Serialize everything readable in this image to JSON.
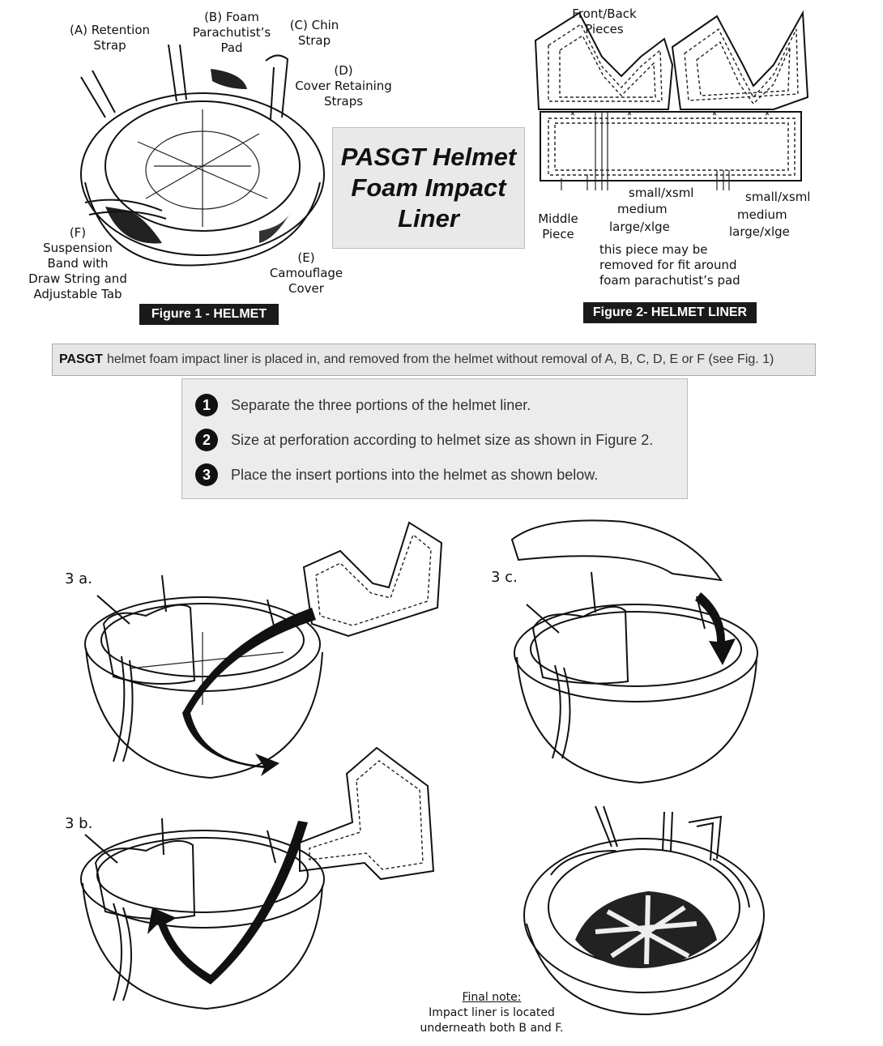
{
  "figure1": {
    "caption": "Figure 1 - HELMET",
    "labels": {
      "a": "(A) Retention\nStrap",
      "b": "(B) Foam\nParachutist’s\nPad",
      "c": "(C) Chin\nStrap",
      "d": "(D)\nCover Retaining\nStraps",
      "e": "(E)\nCamouflage\nCover",
      "f": "(F)\nSuspension\nBand with\nDraw String and\nAdjustable Tab"
    }
  },
  "title": [
    "PASGT Helmet",
    "Foam Impact",
    "Liner"
  ],
  "figure2": {
    "caption": "Figure 2- HELMET LINER",
    "labels": {
      "front_back": "Front/Back\nPieces",
      "middle": "Middle\nPiece",
      "sizes_left": [
        "small/xsml",
        "medium",
        "large/xlge"
      ],
      "sizes_right": [
        "small/xsml",
        "medium",
        "large/xlge"
      ],
      "removable_note": "this piece may be\nremoved for fit around\nfoam parachutist’s pad"
    }
  },
  "note": {
    "bold": "PASGT",
    "text": "helmet foam impact liner is placed in, and removed from the helmet without removal of A, B, C, D, E or F (see Fig. 1)"
  },
  "steps": [
    {
      "num": "1",
      "text": "Separate the three portions of the helmet liner."
    },
    {
      "num": "2",
      "text": "Size at perforation according to helmet size as shown in Figure 2."
    },
    {
      "num": "3",
      "text": "Place the insert portions into the helmet as shown below."
    }
  ],
  "step_labels": {
    "a": "3 a.",
    "b": "3 b.",
    "c": "3 c."
  },
  "final_note": {
    "title": "Final note:",
    "text": "Impact liner is located\nunderneath both B and F."
  },
  "colors": {
    "ink": "#111111",
    "panel": "#e9e9e9",
    "caption_bg": "#1a1a1a"
  }
}
